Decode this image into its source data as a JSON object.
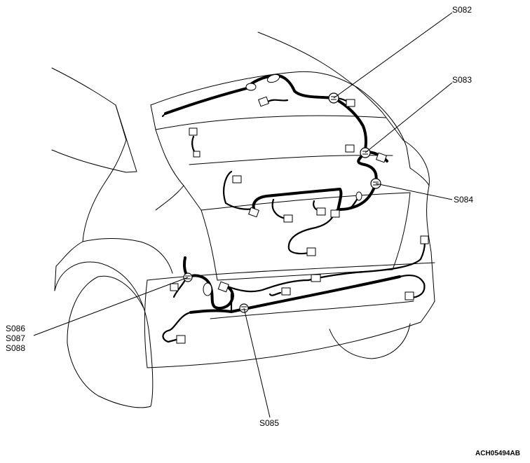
{
  "diagram": {
    "drawing_code": "ACH05494AB",
    "splice_labels": {
      "s082": "S082",
      "s083": "S083",
      "s084": "S084",
      "s085": "S085",
      "s086": "S086",
      "s087": "S087",
      "s088": "S088"
    }
  }
}
